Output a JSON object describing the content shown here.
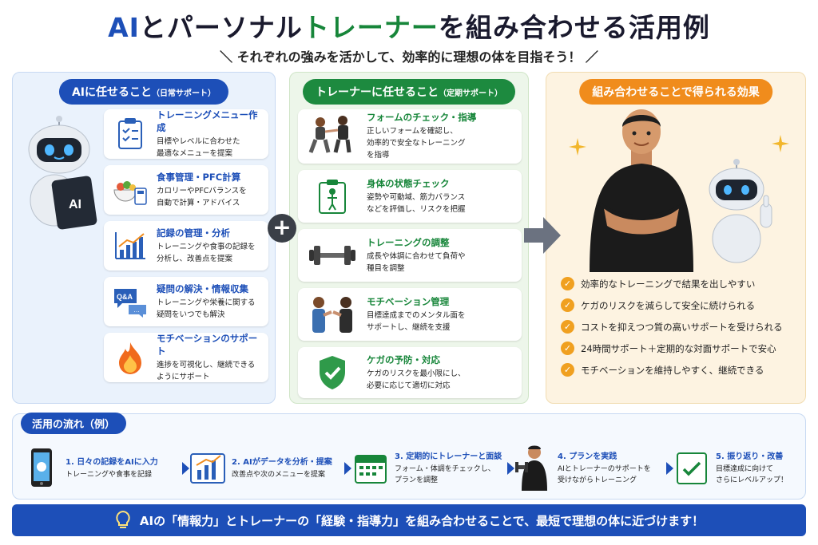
{
  "title": {
    "part1": "AI",
    "part2": "とパーソナル",
    "part3": "トレーナー",
    "part4": "を組み合わせる活用例"
  },
  "subtitle": "＼ それぞれの強みを活かして、効率的に理想の体を目指そう！ ／",
  "ai_column": {
    "header": "AIに任せること",
    "header_sub": "（日常サポート）",
    "robot_tablet_text": "AI",
    "items": [
      {
        "icon": "clipboard-checklist-icon",
        "title": "トレーニングメニュー作成",
        "desc1": "目標やレベルに合わせた",
        "desc2": "最適なメニューを提案"
      },
      {
        "icon": "food-calculator-icon",
        "title": "食事管理・PFC計算",
        "desc1": "カロリーやPFCバランスを",
        "desc2": "自動で計算・アドバイス"
      },
      {
        "icon": "growth-chart-icon",
        "title": "記録の管理・分析",
        "desc1": "トレーニングや食事の記録を",
        "desc2": "分析し、改善点を提案"
      },
      {
        "icon": "qa-bubble-icon",
        "title": "疑問の解決・情報収集",
        "desc1": "トレーニングや栄養に関する",
        "desc2": "疑問をいつでも解決",
        "icon_text": "Q&A"
      },
      {
        "icon": "flame-icon",
        "title": "モチベーションのサポート",
        "desc1": "進捗を可視化し、継続できる",
        "desc2": "ようにサポート"
      }
    ]
  },
  "trainer_column": {
    "header": "トレーナーに任せること",
    "header_sub": "（定期サポート）",
    "items": [
      {
        "icon": "form-check-icon",
        "title": "フォームのチェック・指導",
        "desc1": "正しいフォームを確認し、",
        "desc2": "効率的で安全なトレーニング",
        "desc3": "を指導"
      },
      {
        "icon": "body-check-clipboard-icon",
        "title": "身体の状態チェック",
        "desc1": "姿勢や可動域、筋力バランス",
        "desc2": "などを評価し、リスクを把握"
      },
      {
        "icon": "dumbbell-icon",
        "title": "トレーニングの調整",
        "desc1": "成長や体調に合わせて負荷や",
        "desc2": "種目を調整"
      },
      {
        "icon": "fist-bump-icon",
        "title": "モチベーション管理",
        "desc1": "目標達成までのメンタル面を",
        "desc2": "サポートし、継続を支援"
      },
      {
        "icon": "shield-check-icon",
        "title": "ケガの予防・対応",
        "desc1": "ケガのリスクを最小限にし、",
        "desc2": "必要に応じて適切に対応"
      }
    ]
  },
  "effects_column": {
    "header": "組み合わせることで得られる効果",
    "benefits": [
      "効率的なトレーニングで結果を出しやすい",
      "ケガのリスクを減らして安全に続けられる",
      "コストを抑えつつ質の高いサポートを受けられる",
      "24時間サポート＋定期的な対面サポートで安心",
      "モチベーションを維持しやすく、継続できる"
    ]
  },
  "flow": {
    "header": "活用の流れ（例）",
    "steps": [
      {
        "icon": "smartphone-icon",
        "title": "1. 日々の記録をAIに入力",
        "desc1": "トレーニングや食事を記録",
        "desc2": ""
      },
      {
        "icon": "analysis-chart-icon",
        "title": "2. AIがデータを分析・提案",
        "desc1": "改善点や次のメニューを提案",
        "desc2": ""
      },
      {
        "icon": "calendar-icon",
        "title": "3. 定期的にトレーナーと面談",
        "desc1": "フォーム・体調をチェックし、",
        "desc2": "プランを調整"
      },
      {
        "icon": "person-dumbbell-icon",
        "title": "4. プランを実践",
        "desc1": "AIとトレーナーのサポートを",
        "desc2": "受けながらトレーニング"
      },
      {
        "icon": "checklist-icon",
        "title": "5. 振り返り・改善",
        "desc1": "目標達成に向けて",
        "desc2": "さらにレベルアップ！"
      }
    ]
  },
  "banner": "AIの「情報力」とトレーナーの「経験・指導力」を組み合わせることで、最短で理想の体に近づけます！",
  "colors": {
    "blue": "#1d4fb8",
    "green": "#17863a",
    "orange": "#f08c1c"
  }
}
